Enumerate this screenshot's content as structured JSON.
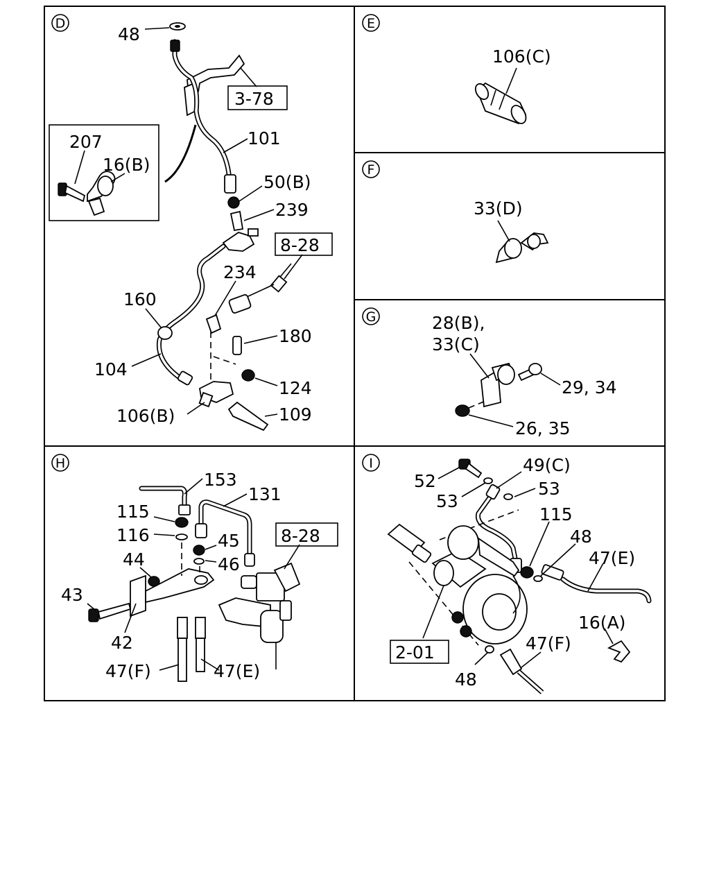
{
  "panels": {
    "D": {
      "id": "D",
      "labels": {
        "l48": "48",
        "l378": "3-78",
        "l207": "207",
        "l16b": "16(B)",
        "l101": "101",
        "l50b": "50(B)",
        "l239": "239",
        "l828": "8-28",
        "l234": "234",
        "l160": "160",
        "l180": "180",
        "l104": "104",
        "l124": "124",
        "l106b": "106(B)",
        "l109": "109"
      }
    },
    "E": {
      "id": "E",
      "labels": {
        "l106c": "106(C)"
      }
    },
    "F": {
      "id": "F",
      "labels": {
        "l33d": "33(D)"
      }
    },
    "G": {
      "id": "G",
      "labels": {
        "l28b": "28(B),",
        "l33c": "33(C)",
        "l2934": "29, 34",
        "l2635": "26, 35"
      }
    },
    "H": {
      "id": "H",
      "labels": {
        "l153": "153",
        "l131": "131",
        "l115": "115",
        "l116": "116",
        "l45": "45",
        "l46": "46",
        "l828": "8-28",
        "l44": "44",
        "l43": "43",
        "l42": "42",
        "l47f": "47(F)",
        "l47e": "47(E)"
      }
    },
    "I": {
      "id": "I",
      "labels": {
        "l52": "52",
        "l49c": "49(C)",
        "l53a": "53",
        "l53b": "53",
        "l115": "115",
        "l48a": "48",
        "l47e": "47(E)",
        "l16a": "16(A)",
        "l201": "2-01",
        "l47f": "47(F)",
        "l48b": "48"
      }
    }
  }
}
